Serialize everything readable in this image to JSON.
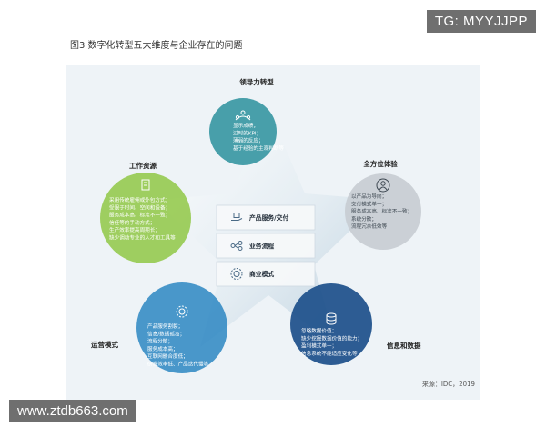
{
  "title": "图3  数字化转型五大维度与企业存在的问题",
  "source": "来源：IDC，2019",
  "watermarks": {
    "top": "TG: MYYJJPP",
    "bottom": "www.ztdb663.com"
  },
  "center": {
    "items": [
      {
        "label": "产品服务/交付",
        "icon": "hand-box-icon"
      },
      {
        "label": "业务流程",
        "icon": "flow-icon"
      },
      {
        "label": "商业模式",
        "icon": "gear-icon"
      }
    ]
  },
  "dimensions": [
    {
      "key": "leadership",
      "label": "领导力转型",
      "icon": "people-network-icon",
      "color": "#2a8f9c",
      "issues": [
        "显示成绩；",
        "过时的KPI；",
        "薄弱的反应；",
        "基于经验的主观判断等"
      ]
    },
    {
      "key": "experience",
      "label": "全方位体验",
      "icon": "user-circle-icon",
      "color": "#c7ccd2",
      "issues": [
        "以产品为导向；",
        "交付模式单一；",
        "服务成本高、标准不一致；",
        "系统分散；",
        "流程冗余低效等"
      ]
    },
    {
      "key": "data",
      "label": "信息和数据",
      "icon": "database-icon",
      "color": "#1c4f8a",
      "issues": [
        "忽略数据价值；",
        "缺少挖掘数据价值的能力；",
        "盈利模式单一；",
        "信息系统不能适应变化等"
      ]
    },
    {
      "key": "operations",
      "label": "运营模式",
      "icon": "gear-icon",
      "color": "#2c86c2",
      "issues": [
        "产品服务割裂；",
        "信息/数据孤岛；",
        "流程分散；",
        "服务成本高；",
        "互联网融合度低；",
        "研发效率低、产品迭代慢等"
      ]
    },
    {
      "key": "resources",
      "label": "工作资源",
      "icon": "document-icon",
      "color": "#8cc63e",
      "issues": [
        "采用传统雇佣或外包方式；",
        "受限于时间、空间和设备；",
        "服务成本高、标准不一致；",
        "信任等的手动方式；",
        "生产效率提高周期长；",
        "缺少调动专业的人才和工具等"
      ]
    }
  ]
}
